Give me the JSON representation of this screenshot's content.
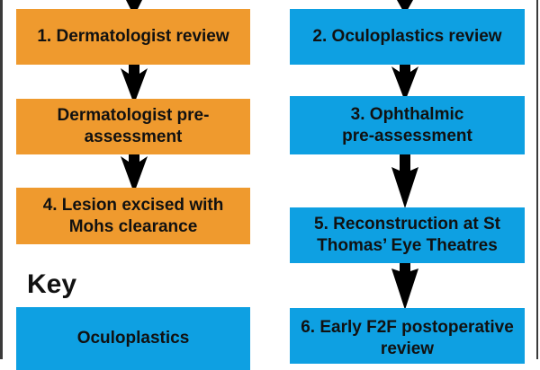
{
  "colors": {
    "dermatology": "#ef9a2e",
    "oculoplastics": "#0ea0e2",
    "arrow": "#000000"
  },
  "left_column": {
    "steps": [
      {
        "label": "1. Dermatologist review"
      },
      {
        "label": "Dermatologist pre-assessment"
      },
      {
        "label": "4. Lesion excised with Mohs clearance"
      }
    ]
  },
  "right_column": {
    "steps": [
      {
        "label": "2. Oculoplastics review"
      },
      {
        "label": "3. Ophthalmic pre-assessment"
      },
      {
        "label": "5. Reconstruction at St Thomas’ Eye Theatres"
      },
      {
        "label": "6. Early F2F postoperative review"
      }
    ]
  },
  "key": {
    "title": "Key",
    "items": [
      {
        "label": "Oculoplastics"
      }
    ]
  }
}
